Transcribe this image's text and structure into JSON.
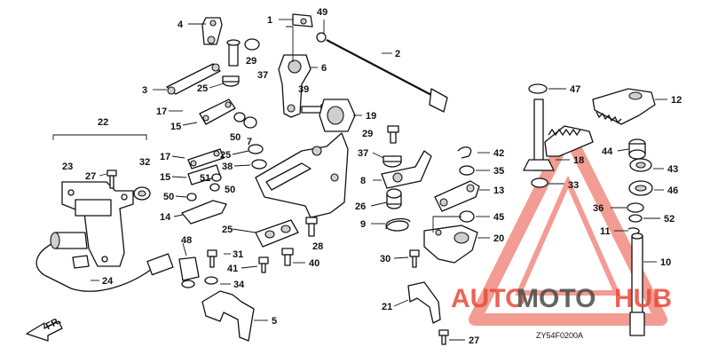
{
  "diagram_code": "ZY54F0200A",
  "direction_label": "FR.",
  "watermark": {
    "text_auto": "AUTO",
    "text_moto": "MOTO",
    "text_hub": "HUB",
    "color_red": "#e84a3a",
    "color_dark": "#4a4a4a"
  },
  "callouts": [
    "1",
    "2",
    "3",
    "4",
    "5",
    "6",
    "7",
    "8",
    "9",
    "10",
    "11",
    "12",
    "13",
    "14",
    "15",
    "15",
    "17",
    "17",
    "18",
    "19",
    "20",
    "21",
    "22",
    "23",
    "24",
    "25",
    "25",
    "26",
    "27",
    "27",
    "28",
    "29",
    "29",
    "30",
    "31",
    "32",
    "33",
    "34",
    "35",
    "36",
    "37",
    "37",
    "38",
    "39",
    "40",
    "41",
    "42",
    "43",
    "44",
    "45",
    "46",
    "47",
    "48",
    "49",
    "50",
    "50",
    "50",
    "51",
    "52"
  ]
}
